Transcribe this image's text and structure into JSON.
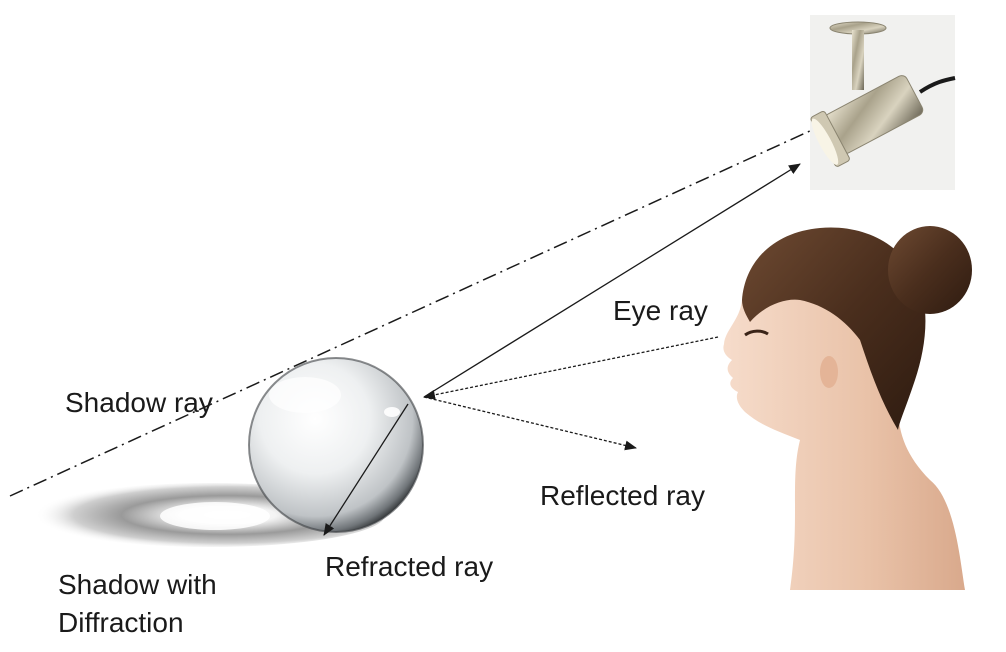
{
  "labels": {
    "shadow_ray": "Shadow ray",
    "eye_ray": "Eye ray",
    "reflected_ray": "Reflected ray",
    "refracted_ray": "Refracted ray",
    "shadow_with_diffraction_line1": "Shadow with",
    "shadow_with_diffraction_line2": "Diffraction"
  },
  "illustrations": {
    "light": "ceiling-spotlight",
    "sphere": "glass-sphere",
    "viewer": "woman-profile"
  },
  "colors": {
    "ray": "#1a1a1a",
    "background": "#ffffff"
  }
}
